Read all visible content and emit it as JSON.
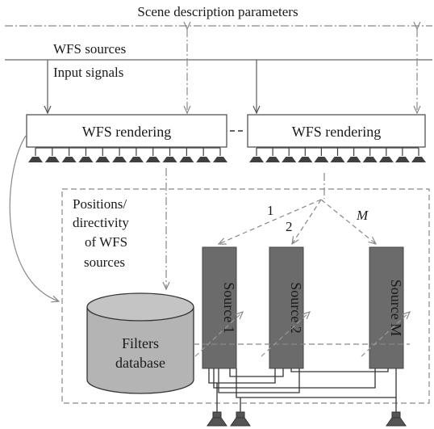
{
  "diagram": {
    "header": "Scene description parameters",
    "wfs_sources_label": "WFS sources",
    "input_signals_label": "Input signals",
    "rendering_blocks": [
      "WFS rendering",
      "WFS rendering"
    ],
    "positions_label": [
      "Positions/",
      "directivity",
      "of WFS",
      "sources"
    ],
    "branch_labels": [
      "1",
      "2",
      "M"
    ],
    "source_blocks": [
      "Source 1",
      "Source 2",
      "Source M"
    ],
    "database_label": [
      "Filters",
      "database"
    ],
    "colors": {
      "line": "#555555",
      "dashed": "#777777",
      "source_block": "#6b6b6b",
      "database": "#b4b4b4",
      "speaker": "#404040"
    }
  }
}
